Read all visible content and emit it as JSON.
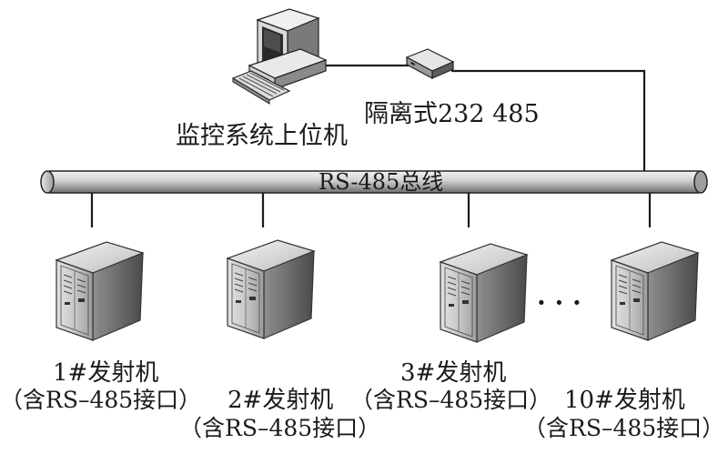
{
  "host": {
    "label": "监控系统上位机"
  },
  "converter": {
    "label": "隔离式232 485"
  },
  "bus": {
    "label": "RS-485总线"
  },
  "ellipsis": "· · ·",
  "transmitters": [
    {
      "name": "1#发射机",
      "interface": "（含RS–485接口）"
    },
    {
      "name": "2#发射机",
      "interface": "（含RS–485接口）"
    },
    {
      "name": "3#发射机",
      "interface": "（含RS–485接口）"
    },
    {
      "name": "10#发射机",
      "interface": "（含RS–485接口）"
    }
  ]
}
